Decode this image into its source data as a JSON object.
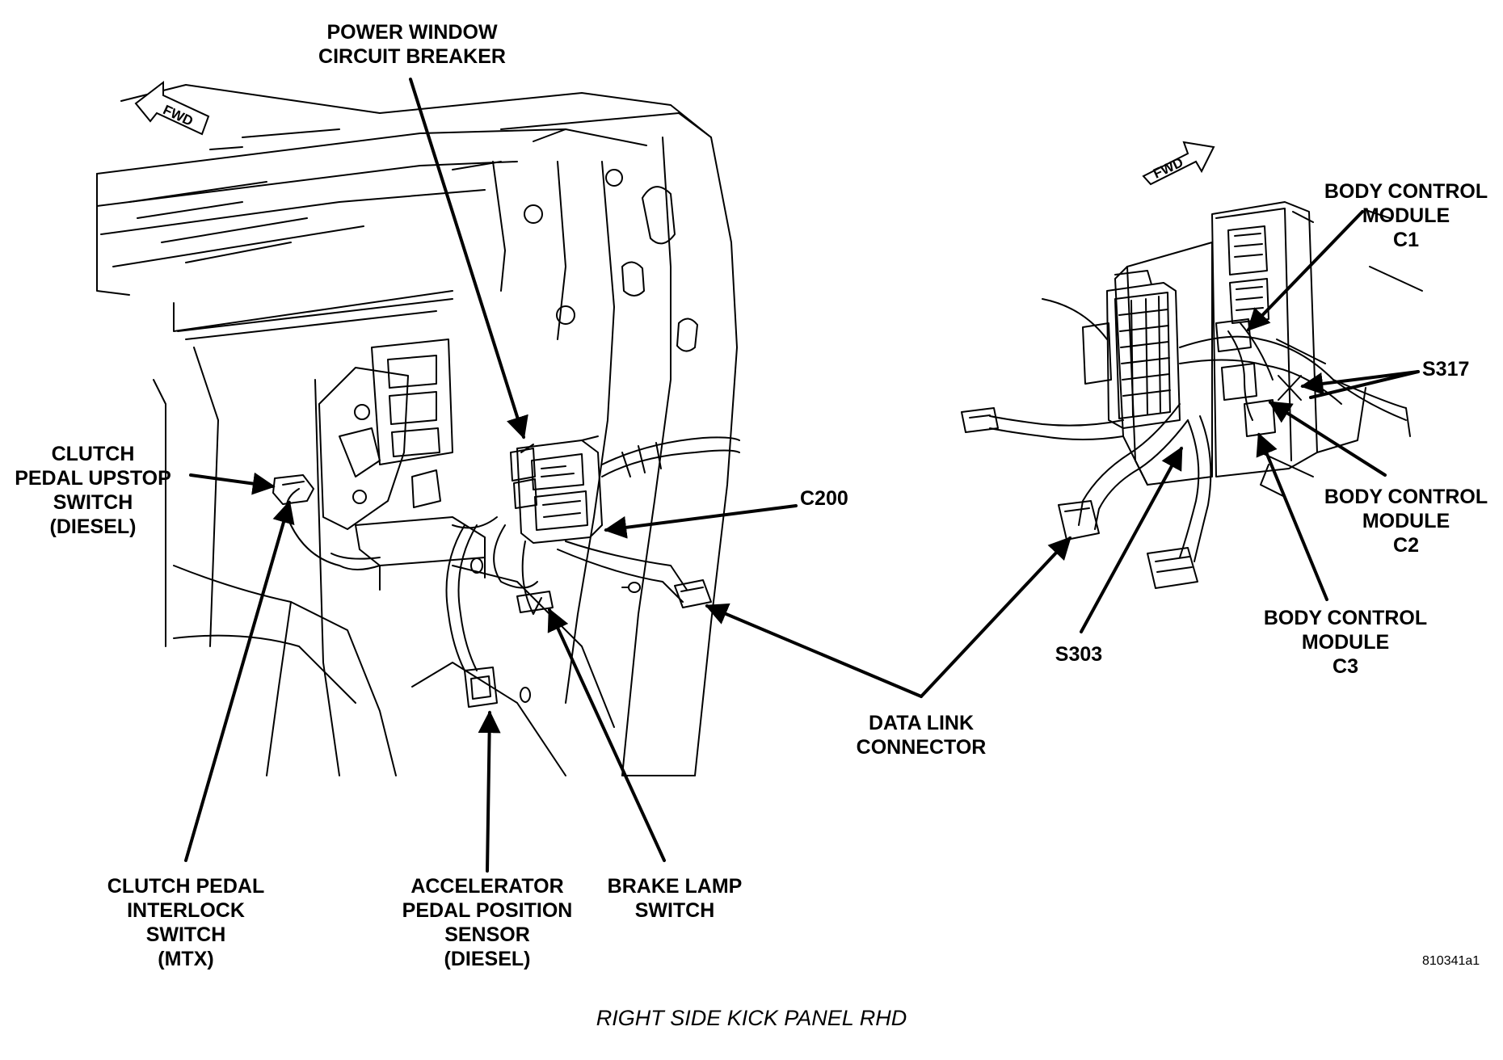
{
  "fwd_markers": [
    "FWD",
    "FWD"
  ],
  "labels": {
    "power_window_circuit_breaker": [
      "POWER WINDOW",
      "CIRCUIT BREAKER"
    ],
    "clutch_pedal_upstop_switch": [
      "CLUTCH",
      "PEDAL UPSTOP",
      "SWITCH",
      "(DIESEL)"
    ],
    "c200": [
      "C200"
    ],
    "clutch_pedal_interlock_switch": [
      "CLUTCH PEDAL",
      "INTERLOCK",
      "SWITCH",
      "(MTX)"
    ],
    "accelerator_pedal_position_sensor": [
      "ACCELERATOR",
      "PEDAL POSITION",
      "SENSOR",
      "(DIESEL)"
    ],
    "brake_lamp_switch": [
      "BRAKE LAMP",
      "SWITCH"
    ],
    "data_link_connector": [
      "DATA LINK",
      "CONNECTOR"
    ],
    "s303": [
      "S303"
    ],
    "body_control_module_c1": [
      "BODY CONTROL",
      "MODULE",
      "C1"
    ],
    "s317": [
      "S317"
    ],
    "body_control_module_c2": [
      "BODY CONTROL",
      "MODULE",
      "C2"
    ],
    "body_control_module_c3": [
      "BODY CONTROL",
      "MODULE",
      "C3"
    ]
  },
  "figure_number": "810341a1",
  "caption": "RIGHT SIDE KICK PANEL RHD",
  "colors": {
    "ink": "#000000",
    "paper": "#ffffff"
  }
}
